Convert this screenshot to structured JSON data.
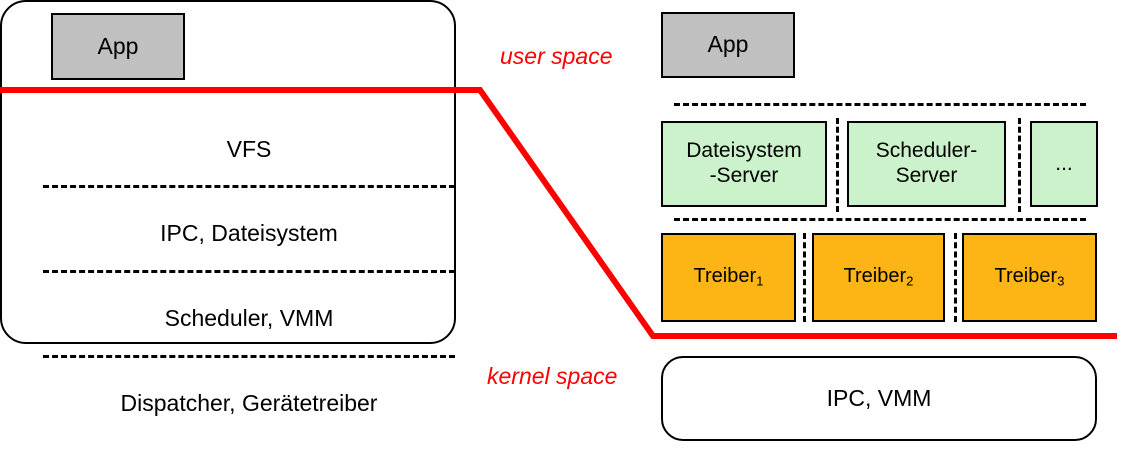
{
  "diagram": {
    "colors": {
      "app_fill": "#c0c0c0",
      "server_fill": "#ccf2cc",
      "driver_fill": "#fcb514",
      "divider_red": "#ff0000",
      "outline": "#000000",
      "background": "#ffffff"
    },
    "space_labels": {
      "user": "user space",
      "kernel": "kernel space"
    },
    "monolithic": {
      "app_label": "App",
      "layers": [
        {
          "label": "VFS"
        },
        {
          "label": "IPC, Dateisystem"
        },
        {
          "label": "Scheduler, VMM"
        },
        {
          "label": "Dispatcher, Gerätetreiber"
        }
      ]
    },
    "microkernel": {
      "app_label": "App",
      "servers": [
        {
          "label": "Dateisystem\n-Server",
          "line1": "Dateisystem",
          "line2": "-Server"
        },
        {
          "label": "Scheduler-\nServer",
          "line1": "Scheduler-",
          "line2": "Server"
        },
        {
          "label": "...",
          "line1": "...",
          "line2": ""
        }
      ],
      "drivers": [
        {
          "name": "Treiber",
          "index": "1"
        },
        {
          "name": "Treiber",
          "index": "2"
        },
        {
          "name": "Treiber",
          "index": "3"
        }
      ],
      "core_label": "IPC, VMM"
    }
  }
}
